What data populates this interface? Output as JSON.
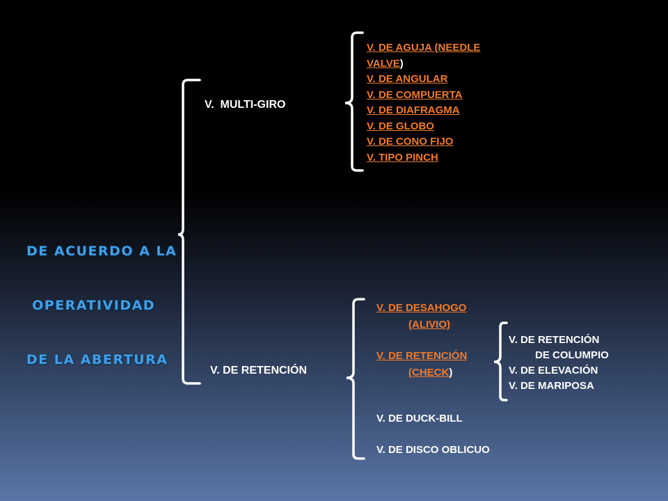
{
  "root": {
    "title_lines": [
      "DE ACUERDO A LA",
      " OPERATIVIDAD",
      "DE LA ABERTURA"
    ]
  },
  "multigiro": {
    "label": "V.  MULTI-GIRO",
    "items": [
      {
        "link": "V. DE AGUJA (NEEDLE",
        "after": ""
      },
      {
        "link": "VALVE",
        "after": ")"
      },
      {
        "link": "V. DE ANGULAR",
        "after": ""
      },
      {
        "link": "V. DE COMPUERTA",
        "after": ""
      },
      {
        "link": "V. DE DIAFRAGMA",
        "after": ""
      },
      {
        "link": "V. DE GLOBO",
        "after": ""
      },
      {
        "link": "V. DE CONO FIJO",
        "after": ""
      },
      {
        "link": "V. TIPO PINCH",
        "after": ""
      }
    ]
  },
  "retencion": {
    "label": "V. DE RETENCIÓN",
    "desahogo": [
      "V. DE DESAHOGO",
      "(ALIVIO)"
    ],
    "check": {
      "line1": "V. DE RETENCIÓN",
      "line2_link": "(CHECK",
      "line2_after": ")"
    },
    "duckbill": "V. DE DUCK-BILL",
    "disco": "V. DE DISCO OBLICUO",
    "check_types": [
      "V. DE RETENCIÓN",
      "DE COLUMPIO",
      "V. DE ELEVACIÓN",
      "V. DE MARIPOSA"
    ]
  }
}
